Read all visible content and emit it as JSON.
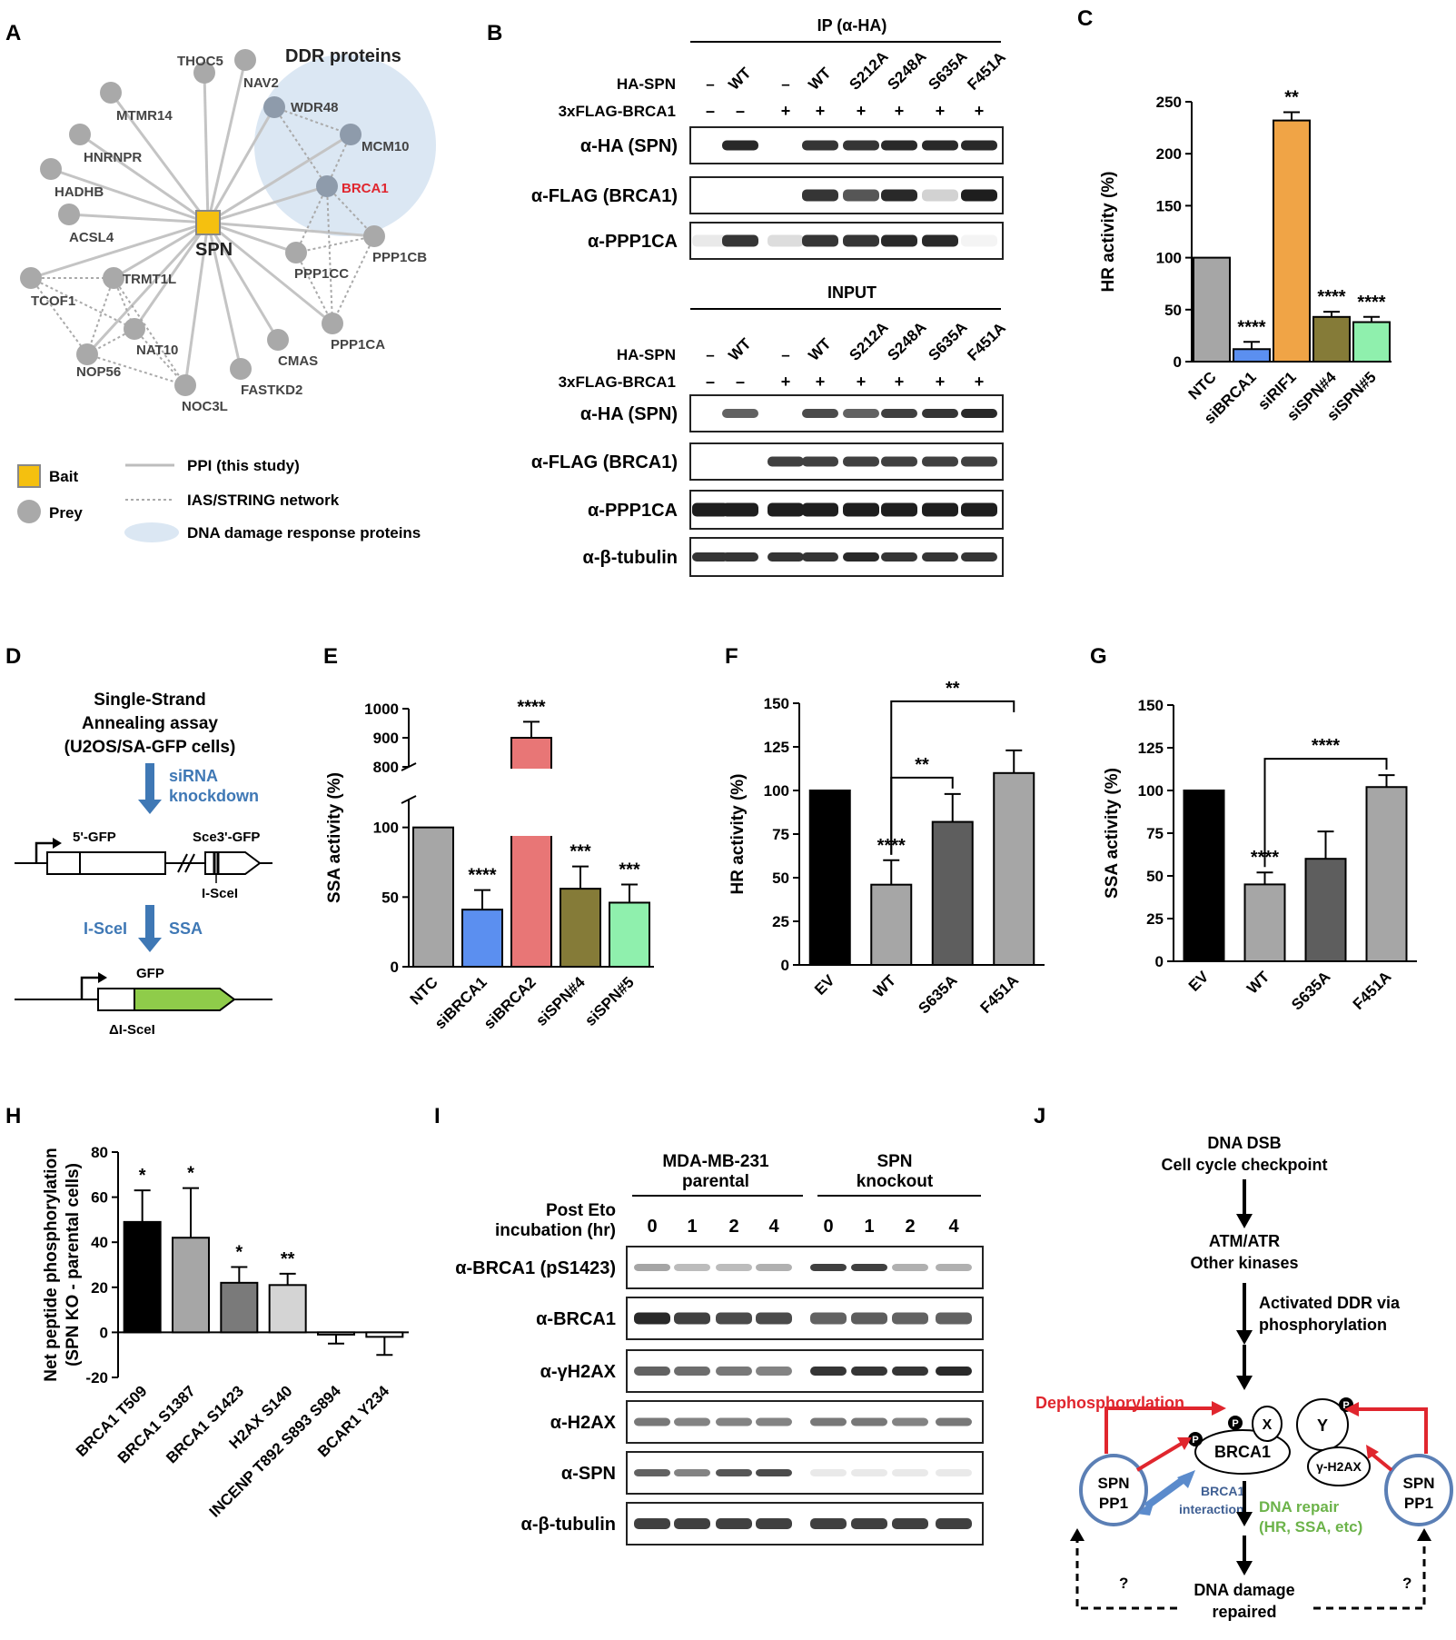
{
  "panels": {
    "A": {
      "label": "A",
      "bait": "SPN",
      "ddr_title": "DDR proteins",
      "nodes": [
        "THOC5",
        "NAV2",
        "WDR48",
        "MTMR14",
        "MCM10",
        "HNRNPR",
        "BRCA1",
        "HADHB",
        "ACSL4",
        "PPP1CB",
        "TRMT1L",
        "PPP1CC",
        "TCOF1",
        "NAT10",
        "PPP1CA",
        "NOP56",
        "CMAS",
        "NOC3L",
        "FASTKD2"
      ],
      "legend": {
        "bait": "Bait",
        "prey": "Prey",
        "ppi": "PPI (this study)",
        "ias": "IAS/STRING network",
        "ddr": "DNA damage response proteins"
      },
      "colors": {
        "bait": "#f5c00f",
        "prey": "#a9a9a9",
        "brca1": "#e0262e",
        "ddr_circle": "#dbe7f3"
      }
    },
    "B": {
      "label": "B",
      "ip_title": "IP (α-HA)",
      "input_title": "INPUT",
      "row_ha": "HA-SPN",
      "row_flag": "3xFLAG-BRCA1",
      "ha_cols": [
        "–",
        "WT",
        "–",
        "WT",
        "S212A",
        "S248A",
        "S635A",
        "F451A"
      ],
      "flag_cols": [
        "–",
        "–",
        "+",
        "+",
        "+",
        "+",
        "+",
        "+"
      ],
      "ip_blots": [
        "α-HA (SPN)",
        "α-FLAG (BRCA1)",
        "α-PPP1CA"
      ],
      "input_blots": [
        "α-HA (SPN)",
        "α-FLAG (BRCA1)",
        "α-PPP1CA",
        "α-β-tubulin"
      ]
    },
    "C": {
      "label": "C"
    },
    "D": {
      "label": "D",
      "title_lines": [
        "Single-Strand",
        "Annealing assay",
        "(U2OS/SA-GFP cells)"
      ],
      "step1": [
        "siRNA",
        "knockdown"
      ],
      "step2": "I-SceI",
      "step2b": "SSA",
      "gfp5": "5'-GFP",
      "sce3": "Sce3'-GFP",
      "iscei": "I-SceI",
      "gfp": "GFP",
      "delta": "ΔI-SceI"
    },
    "E": {
      "label": "E"
    },
    "F": {
      "label": "F"
    },
    "G": {
      "label": "G"
    },
    "H": {
      "label": "H"
    },
    "I": {
      "label": "I",
      "group1": [
        "MDA-MB-231",
        "parental"
      ],
      "group2": [
        "SPN",
        "knockout"
      ],
      "post": [
        "Post Eto",
        "incubation (hr)"
      ],
      "times": [
        "0",
        "1",
        "2",
        "4",
        "0",
        "1",
        "2",
        "4"
      ],
      "blots": [
        "α-BRCA1 (pS1423)",
        "α-BRCA1",
        "α-γH2AX",
        "α-H2AX",
        "α-SPN",
        "α-β-tubulin"
      ]
    },
    "J": {
      "label": "J",
      "dsb": [
        "DNA DSB",
        "Cell cycle checkpoint"
      ],
      "kin": [
        "ATM/ATR",
        "Other kinases"
      ],
      "act": [
        "Activated DDR via",
        "phosphorylation"
      ],
      "dephos": "Dephosphorylation",
      "brca1": "BRCA1",
      "x": "X",
      "y": "Y",
      "h2ax": "γ-H2AX",
      "p": "P",
      "spn": [
        "SPN",
        "PP1"
      ],
      "inter": [
        "BRCA1",
        "interaction"
      ],
      "repair": [
        "DNA repair",
        "(HR, SSA, etc)"
      ],
      "repaired": [
        "DNA damage",
        "repaired"
      ],
      "q": "?"
    }
  },
  "chart_data": [
    {
      "panel": "C",
      "type": "bar",
      "ylabel": "HR activity (%)",
      "ylim": [
        0,
        250
      ],
      "yticks": [
        0,
        50,
        100,
        150,
        200,
        250
      ],
      "categories": [
        "NTC",
        "siBRCA1",
        "siRIF1",
        "siSPN#4",
        "siSPN#5"
      ],
      "values": [
        100,
        12,
        232,
        43,
        38
      ],
      "errors": [
        0,
        7,
        8,
        5,
        5
      ],
      "colors": [
        "#a6a6a6",
        "#5b8ff0",
        "#f0a446",
        "#857b38",
        "#8ff0ad"
      ],
      "sig": [
        "",
        "****",
        "**",
        "****",
        "****"
      ]
    },
    {
      "panel": "E",
      "type": "bar",
      "ylabel": "SSA activity (%)",
      "axis_break": true,
      "yticks": [
        0,
        50,
        100,
        800,
        900,
        1000
      ],
      "categories": [
        "NTC",
        "siBRCA1",
        "siBRCA2",
        "siSPN#4",
        "siSPN#5"
      ],
      "values": [
        100,
        41,
        900,
        56,
        46
      ],
      "errors": [
        0,
        14,
        55,
        16,
        13
      ],
      "colors": [
        "#a6a6a6",
        "#5b8ff0",
        "#e87676",
        "#857b38",
        "#8ff0ad"
      ],
      "sig": [
        "",
        "****",
        "****",
        "***",
        "***"
      ]
    },
    {
      "panel": "F",
      "type": "bar",
      "ylabel": "HR activity (%)",
      "ylim": [
        0,
        150
      ],
      "yticks": [
        0,
        25,
        50,
        75,
        100,
        125,
        150
      ],
      "categories": [
        "EV",
        "WT",
        "S635A",
        "F451A"
      ],
      "values": [
        100,
        46,
        82,
        110
      ],
      "errors": [
        0,
        14,
        16,
        13
      ],
      "colors": [
        "#000000",
        "#a6a6a6",
        "#5e5e5e",
        "#a6a6a6"
      ],
      "sig": [
        "",
        "****",
        "",
        ""
      ],
      "brackets": [
        {
          "from": 1,
          "to": 2,
          "label": "**"
        },
        {
          "from": 1,
          "to": 3,
          "label": "**"
        }
      ]
    },
    {
      "panel": "G",
      "type": "bar",
      "ylabel": "SSA activity (%)",
      "ylim": [
        0,
        150
      ],
      "yticks": [
        0,
        25,
        50,
        75,
        100,
        125,
        150
      ],
      "categories": [
        "EV",
        "WT",
        "S635A",
        "F451A"
      ],
      "values": [
        100,
        45,
        60,
        102
      ],
      "errors": [
        0,
        7,
        16,
        7
      ],
      "colors": [
        "#000000",
        "#a6a6a6",
        "#5e5e5e",
        "#a6a6a6"
      ],
      "sig": [
        "",
        "****",
        "",
        ""
      ],
      "brackets": [
        {
          "from": 1,
          "to": 3,
          "label": "****"
        }
      ]
    },
    {
      "panel": "H",
      "type": "bar",
      "ylabel": "Net peptide phosphorylation (SPN KO - parental cells)",
      "ylim": [
        -20,
        80
      ],
      "yticks": [
        -20,
        0,
        20,
        40,
        60,
        80
      ],
      "categories": [
        "BRCA1 T509",
        "BRCA1 S1387",
        "BRCA1 S1423",
        "H2AX S140",
        "INCENP T892 S893 S894",
        "BCAR1 Y234"
      ],
      "values": [
        49,
        42,
        22,
        21,
        -1,
        -2
      ],
      "errors": [
        14,
        22,
        7,
        5,
        4,
        8
      ],
      "colors": [
        "#000000",
        "#a6a6a6",
        "#7a7a7a",
        "#d4d4d4",
        "#ffffff",
        "#ffffff"
      ],
      "sig": [
        "*",
        "*",
        "*",
        "**",
        "",
        ""
      ]
    }
  ]
}
